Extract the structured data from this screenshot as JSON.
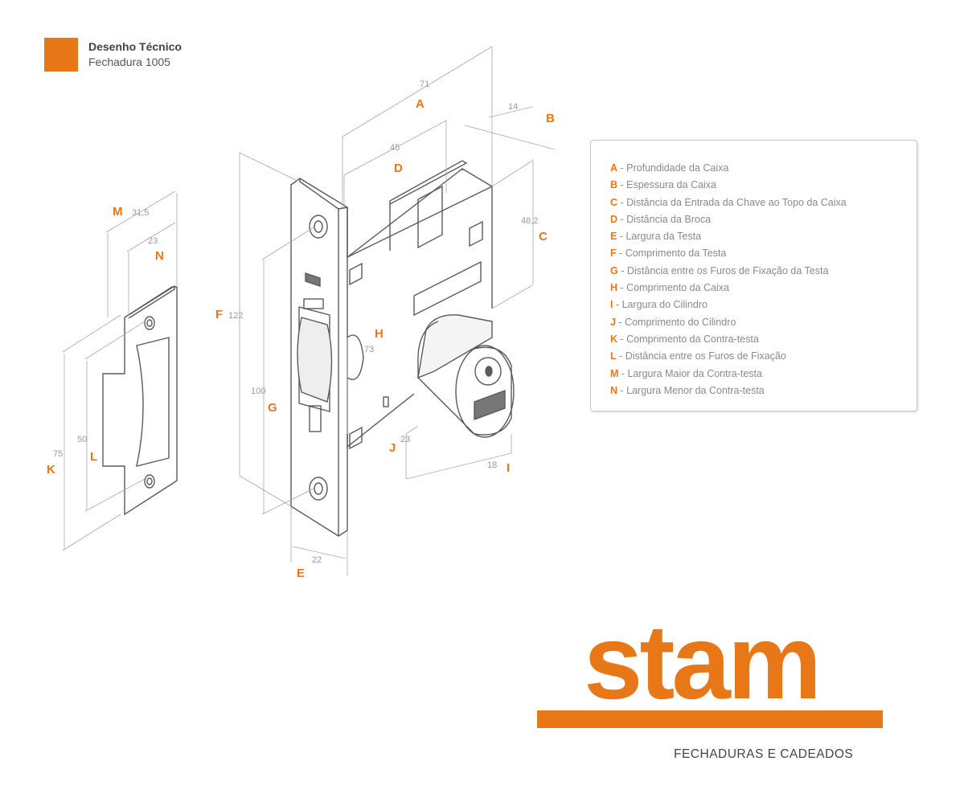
{
  "title": {
    "line1": "Desenho Técnico",
    "line2": "Fechadura 1005"
  },
  "colors": {
    "accent": "#e87718",
    "line": "#5a5a5a",
    "dim": "#a0a0a0"
  },
  "dimensions": {
    "A": {
      "letter": "A",
      "value": "71"
    },
    "B": {
      "letter": "B",
      "value": "14"
    },
    "C": {
      "letter": "C",
      "value": "48,2"
    },
    "D": {
      "letter": "D",
      "value": "45"
    },
    "E": {
      "letter": "E",
      "value": "22"
    },
    "F": {
      "letter": "F",
      "value": "122"
    },
    "G": {
      "letter": "G",
      "value": "100"
    },
    "H": {
      "letter": "H",
      "value": "73"
    },
    "I": {
      "letter": "I",
      "value": "18"
    },
    "J": {
      "letter": "J",
      "value": "23"
    },
    "K": {
      "letter": "K",
      "value": "75"
    },
    "L": {
      "letter": "L",
      "value": "50"
    },
    "M": {
      "letter": "M",
      "value": "31,5"
    },
    "N": {
      "letter": "N",
      "value": "23"
    }
  },
  "legend": [
    {
      "key": "A",
      "text": " - Profundidade da Caixa"
    },
    {
      "key": "B",
      "text": " - Espessura da Caixa"
    },
    {
      "key": "C",
      "text": " - Distância da Entrada da Chave ao Topo da Caixa"
    },
    {
      "key": "D",
      "text": " - Distância da Broca"
    },
    {
      "key": "E",
      "text": " - Largura da Testa"
    },
    {
      "key": "F",
      "text": " - Comprimento da Testa"
    },
    {
      "key": "G",
      "text": " - Distância entre os Furos de Fixação da Testa"
    },
    {
      "key": "H",
      "text": " - Comprimento da Caixa"
    },
    {
      "key": "I",
      "text": " - Largura do Cilindro"
    },
    {
      "key": "J",
      "text": " - Comprimento do Cilindro"
    },
    {
      "key": "K",
      "text": " - Comprimento da Contra-testa"
    },
    {
      "key": "L",
      "text": " - Distância entre os Furos de Fixação"
    },
    {
      "key": "M",
      "text": " - Largura Maior da Contra-testa"
    },
    {
      "key": "N",
      "text": " - Largura Menor da Contra-testa"
    }
  ],
  "logo": {
    "word": "stam",
    "tagline": "FECHADURAS E CADEADOS"
  }
}
